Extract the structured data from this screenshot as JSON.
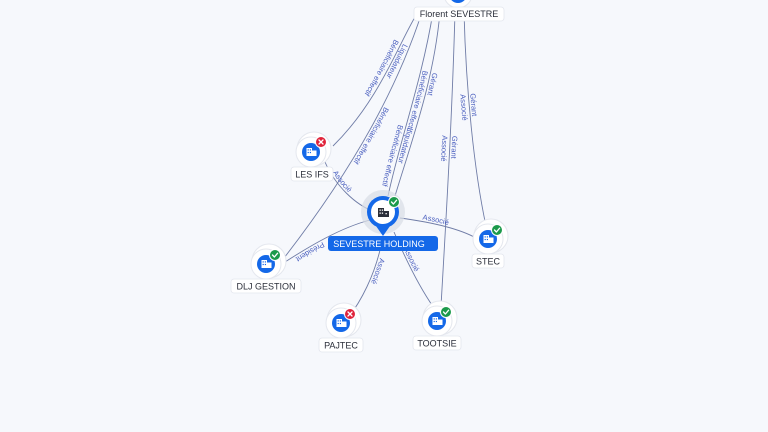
{
  "nodes": [
    {
      "id": "florent",
      "label": "Florent SEVESTRE",
      "kind": "person",
      "icon": "person-icon"
    },
    {
      "id": "holding",
      "label": "SEVESTRE HOLDING",
      "kind": "company-main",
      "status": "active",
      "icon": "building-icon"
    },
    {
      "id": "lesifs",
      "label": "LES IFS",
      "kind": "company",
      "status": "inactive",
      "icon": "building-icon"
    },
    {
      "id": "dlj",
      "label": "DLJ GESTION",
      "kind": "company",
      "status": "active",
      "icon": "building-icon"
    },
    {
      "id": "stec",
      "label": "STEC",
      "kind": "company",
      "status": "active",
      "icon": "building-icon"
    },
    {
      "id": "pajtec",
      "label": "PAJTEC",
      "kind": "company",
      "status": "inactive",
      "icon": "building-icon"
    },
    {
      "id": "tootsie",
      "label": "TOOTSIE",
      "kind": "company",
      "status": "active",
      "icon": "building-icon"
    }
  ],
  "edges": [
    {
      "id": "e1",
      "labels": [
        "Liquidateur",
        "Bénéficiaire effectif"
      ]
    },
    {
      "id": "e2",
      "labels": [
        "Bénéficiaire effectif"
      ]
    },
    {
      "id": "e3",
      "labels": [
        "Liquidateur",
        "Bénéficiaire effectif"
      ]
    },
    {
      "id": "e4",
      "labels": [
        "Gérant",
        "Bénéficiaire effectif"
      ]
    },
    {
      "id": "e5",
      "labels": [
        "Gérant",
        "Associé"
      ]
    },
    {
      "id": "e6",
      "labels": [
        "Gérant",
        "Associé"
      ]
    },
    {
      "id": "e7",
      "labels": [
        "Associé"
      ]
    },
    {
      "id": "e8",
      "labels": [
        "Président"
      ]
    },
    {
      "id": "e9",
      "labels": [
        "Associé"
      ]
    },
    {
      "id": "e10",
      "labels": [
        "Associé"
      ]
    },
    {
      "id": "e11",
      "labels": [
        "Associé"
      ]
    }
  ],
  "colors": {
    "accent": "#1468e8",
    "active_badge": "#1c9a4b",
    "inactive_badge": "#e0233a",
    "edge": "#6f7ca6",
    "edge_label": "#4a5fbf",
    "background": "#f6f8fc"
  }
}
